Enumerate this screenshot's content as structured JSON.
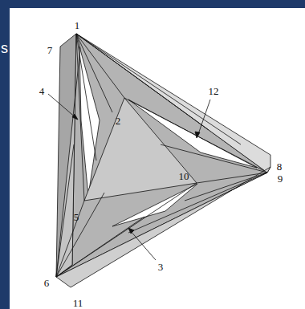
{
  "diagram": {
    "labels": [
      "s",
      "1",
      "7",
      "4",
      "12",
      "2",
      "8",
      "9",
      "10",
      "5",
      "3",
      "6",
      "11"
    ]
  }
}
